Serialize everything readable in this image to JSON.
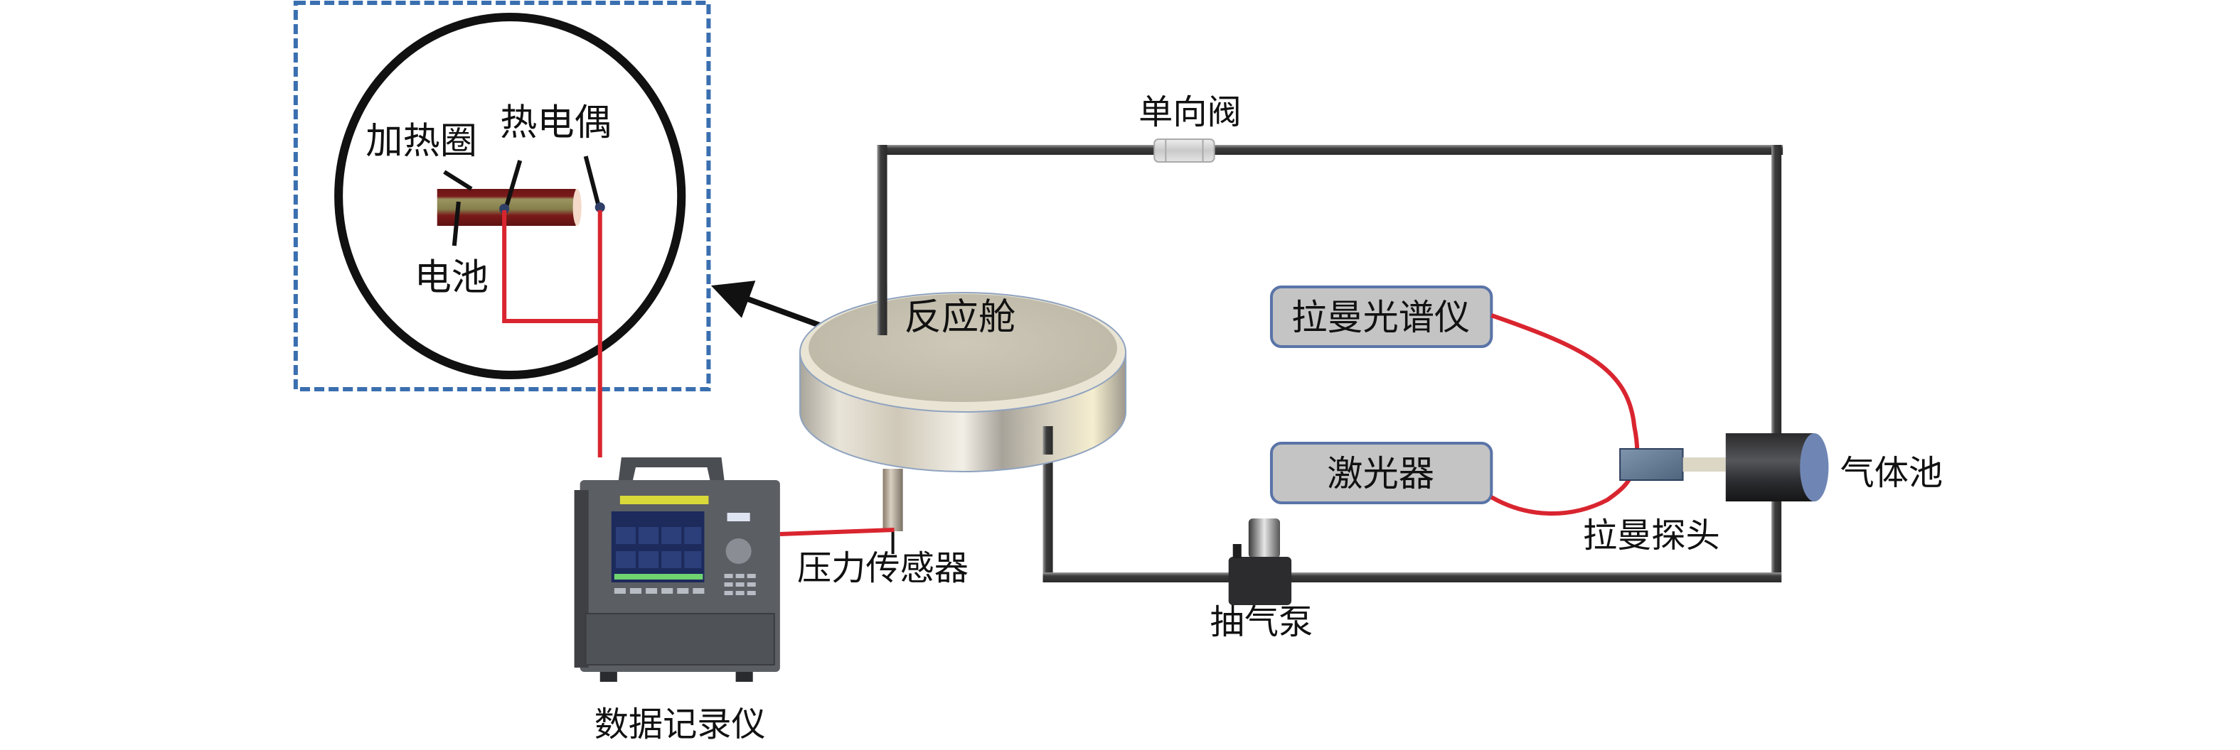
{
  "figure": {
    "type": "experimental-setup-schematic",
    "inset": {
      "labels": {
        "heating_coil": "加热圈",
        "thermocouple": "热电偶",
        "battery": "电池"
      }
    },
    "components": {
      "reaction_chamber": "反应舱",
      "check_valve": "单向阀",
      "raman_spectrometer": "拉曼光谱仪",
      "laser": "激光器",
      "raman_probe": "拉曼探头",
      "gas_cell": "气体池",
      "vacuum_pump": "抽气泵",
      "pressure_sensor": "压力传感器",
      "data_logger": "数据记录仪"
    },
    "colors": {
      "signal_wire": "#d9252f",
      "gas_pipe": "#4a4a4a",
      "inset_border": "#3a6fb0",
      "box_fill": "#c4c4c4",
      "box_border": "#5a74a8",
      "coil": "#7a1a1a",
      "battery": "#8a8452"
    }
  }
}
